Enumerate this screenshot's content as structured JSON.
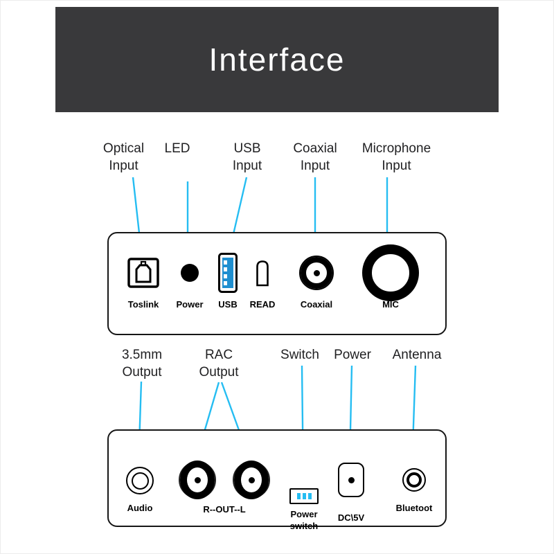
{
  "header": {
    "title": "Interface"
  },
  "colors": {
    "header_bg": "#39393b",
    "accent_line": "#25bdf2",
    "usb_blue": "#1f8fd0"
  },
  "front": {
    "callouts": [
      {
        "line1": "Optical",
        "line2": "Input"
      },
      {
        "line1": "LED",
        "line2": ""
      },
      {
        "line1": "USB",
        "line2": "Input"
      },
      {
        "line1": "Coaxial",
        "line2": "Input"
      },
      {
        "line1": "Microphone",
        "line2": "Input"
      }
    ],
    "ports": [
      {
        "label": "Toslink"
      },
      {
        "label": "Power"
      },
      {
        "label": "USB"
      },
      {
        "label": "READ"
      },
      {
        "label": "Coaxial"
      },
      {
        "label": "MIC"
      }
    ]
  },
  "back": {
    "callouts": [
      {
        "line1": "3.5mm",
        "line2": "Output"
      },
      {
        "line1": "RAC",
        "line2": "Output"
      },
      {
        "line1": "Switch",
        "line2": ""
      },
      {
        "line1": "Power",
        "line2": ""
      },
      {
        "line1": "Antenna",
        "line2": ""
      }
    ],
    "ports": [
      {
        "label": "Audio"
      },
      {
        "label": "R--OUT--L"
      },
      {
        "label1": "Power",
        "label2": "switch"
      },
      {
        "label": "DC\\5V"
      },
      {
        "label": "Bluetoot"
      }
    ]
  }
}
